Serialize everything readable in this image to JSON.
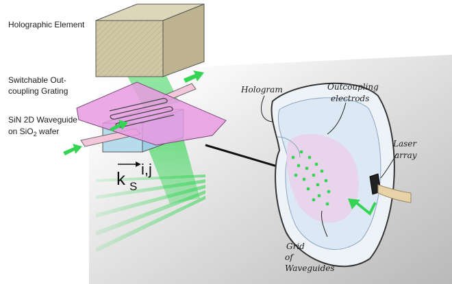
{
  "labels": {
    "holographic_element": "Holographic Element",
    "grating_line1": "Switchable Out-",
    "grating_line2": "coupling Grating",
    "waveguide_line1": "SiN 2D Waveguide",
    "waveguide_line2_pre": "on SiO",
    "waveguide_line2_sub": "2",
    "waveguide_line2_post": " wafer",
    "wavevector_base": "k",
    "wavevector_sub": "S",
    "wavevector_indices": "i,j"
  },
  "annotations": {
    "hologram": "Hologram",
    "outcoupling_line1": "Outcoupling",
    "outcoupling_line2": "electrods",
    "laser_line1": "Laser",
    "laser_line2": "array",
    "grid_line1": "Grid",
    "grid_line2": "of",
    "grid_line3": "Waveguides"
  },
  "colors": {
    "light_green": "#35d455",
    "grating_pink": "#e79ae0",
    "waveguide_blue": "#b6dcec",
    "holo_tan": "#cfc6a3",
    "lens_blue": "#cfe3f3",
    "lens_pink": "#eccfe9"
  }
}
